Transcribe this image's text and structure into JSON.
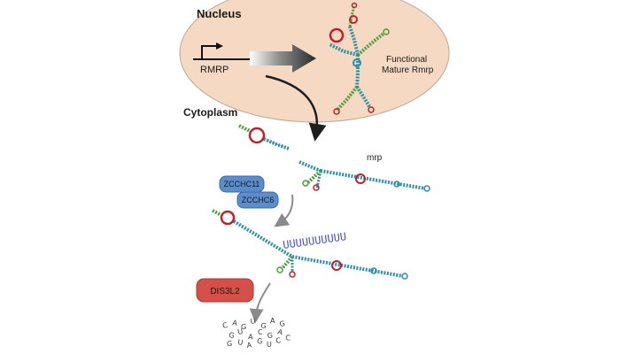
{
  "labels": {
    "nucleus": "Nucleus",
    "gene": "RMRP",
    "functional_line1": "Functional",
    "functional_line2": "Mature Rmrp",
    "cytoplasm": "Cytoplasm",
    "mrp": "mrp",
    "enzyme1": "ZCCHC11",
    "enzyme2": "ZCCHC6",
    "enzyme3": "DIS3L2",
    "oligo_u_tail": "UUUUUUUUUU"
  },
  "degraded_nucleotides": [
    "C",
    "A",
    "G",
    "U",
    "G",
    "A",
    "G",
    "G",
    "U",
    "A",
    "C",
    "G",
    "A",
    "G",
    "U",
    "A",
    "G",
    "U",
    "C",
    "C"
  ],
  "colors": {
    "nucleus_fill": "#f6d9c3",
    "nucleus_stroke": "#b9a797",
    "helix_teal": "#2f8ea5",
    "helix_green": "#4f9d3a",
    "loop_red": "#b3262e",
    "zcchc_blue": "#5b8ccc",
    "dis3l2_red": "#d6504a",
    "utail_blue": "#4a52b8",
    "arrow_dark": "#2a2a2a",
    "arrow_grey": "#8a8a8a"
  }
}
